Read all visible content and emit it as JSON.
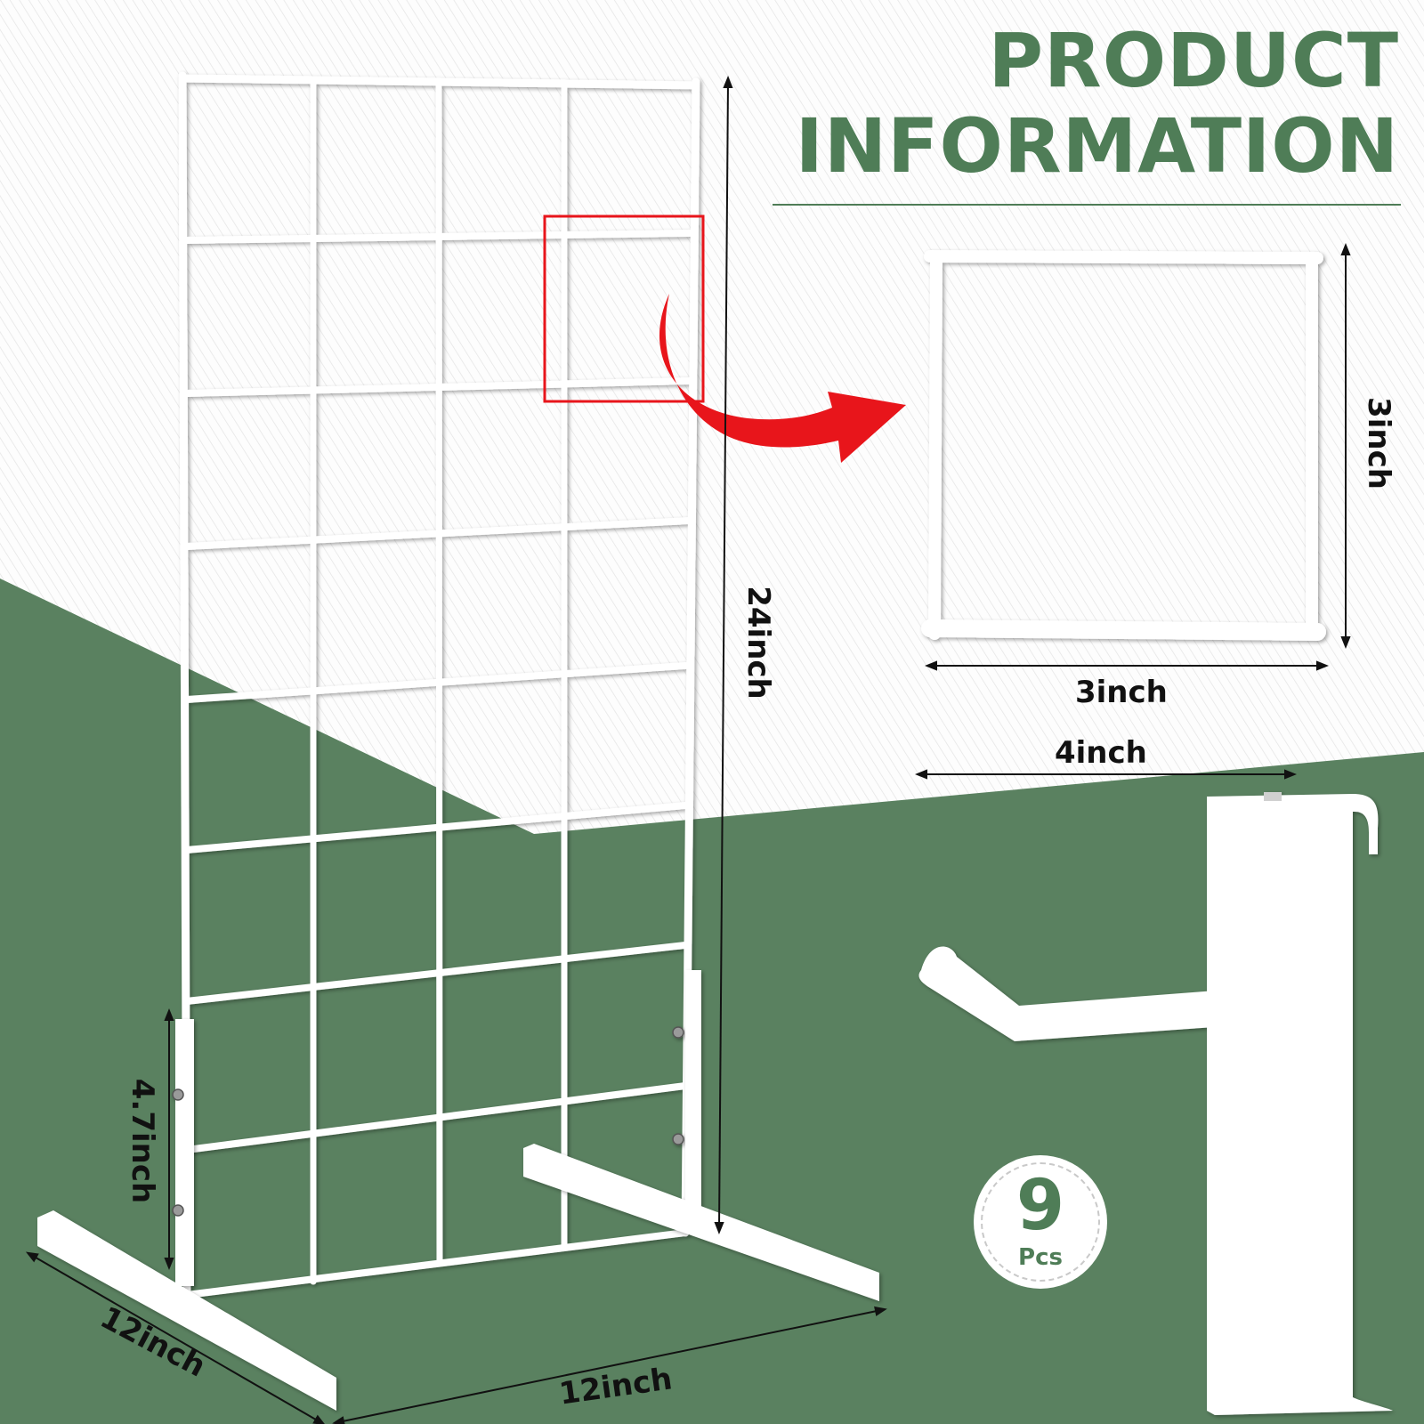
{
  "colors": {
    "brand_green": "#4f7d57",
    "background_green": "#5a8160",
    "highlight_red": "#e8151b",
    "wire_white": "#ffffff",
    "text_dark": "#111111"
  },
  "header": {
    "title_line1": "PRODUCT",
    "title_line2": "INFORMATION"
  },
  "dimensions": {
    "panel_height": "24inch",
    "base_depth": "12inch",
    "base_width": "12inch",
    "leg_height": "4.7inch",
    "grid_cell_height": "3inch",
    "grid_cell_width": "3inch",
    "hook_length": "4inch"
  },
  "badge": {
    "count": "9",
    "unit": "Pcs"
  },
  "icons": {
    "zoom_arrow": "curved-arrow-icon",
    "dimension_arrow": "double-arrow-icon"
  }
}
